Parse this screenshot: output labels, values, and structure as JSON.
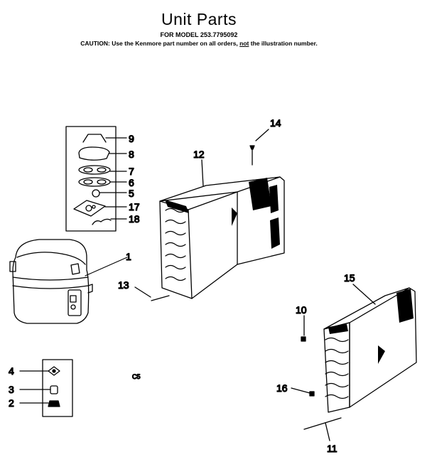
{
  "header": {
    "title": "Unit Parts",
    "model_line": "FOR MODEL 253.7795092",
    "caution_prefix": "CAUTION: Use the Kenmore part number on all orders, ",
    "caution_emph": "not",
    "caution_suffix": " the illustration number."
  },
  "callouts": {
    "p1": "1",
    "p2": "2",
    "p3": "3",
    "p4": "4",
    "p5": "5",
    "p6": "6",
    "p7": "7",
    "p8": "8",
    "p9": "9",
    "p10": "10",
    "p11": "11",
    "p12": "12",
    "p13": "13",
    "p14": "14",
    "p15": "15",
    "p16": "16",
    "p17": "17",
    "p18": "18"
  },
  "code": "C5"
}
